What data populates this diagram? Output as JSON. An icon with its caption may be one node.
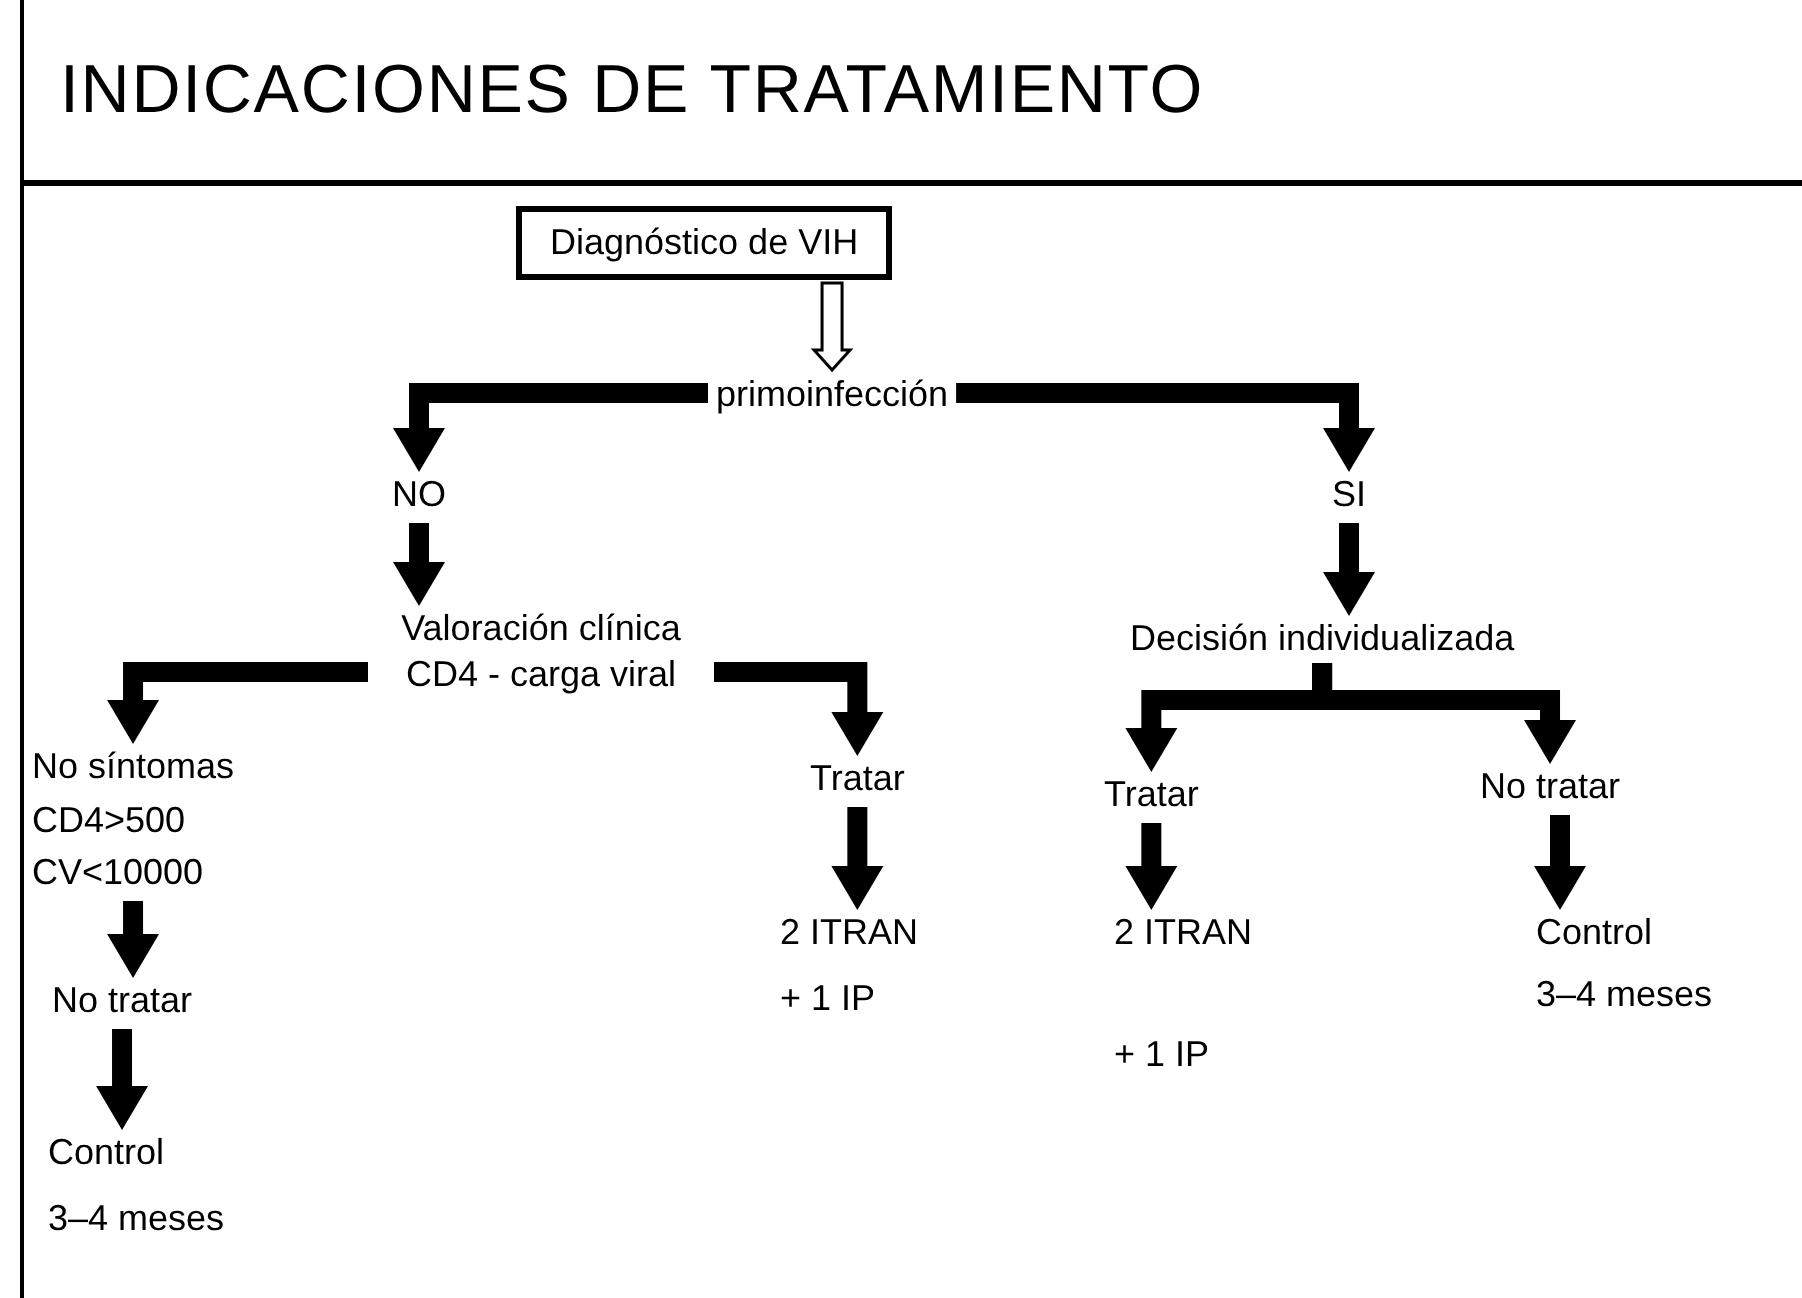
{
  "diagram": {
    "title": "INDICACIONES DE TRATAMIENTO",
    "nodes": [
      {
        "text": [
          "Diagnóstico de VIH"
        ]
      },
      {
        "text": [
          "primoinfección"
        ]
      },
      {
        "text": [
          "NO"
        ]
      },
      {
        "text": [
          "SI"
        ]
      },
      {
        "text": [
          "Valoración clínica CD4 - carga viral"
        ]
      },
      {
        "text": [
          "Decisión individualizada"
        ]
      },
      {
        "text": [
          "No síntomas",
          "CD4>500",
          "CV<10000"
        ]
      },
      {
        "text": [
          "Tratar"
        ]
      },
      {
        "text": [
          "Tratar"
        ]
      },
      {
        "text": [
          "No tratar"
        ]
      },
      {
        "text": [
          "No tratar"
        ]
      },
      {
        "text": [
          "2 ITRAN",
          "+ 1 IP"
        ]
      },
      {
        "text": [
          "2 ITRAN",
          "+ 1 IP"
        ]
      },
      {
        "text": [
          "Control",
          "3–4 meses"
        ]
      },
      {
        "text": [
          "Control",
          "3–4 meses"
        ]
      }
    ],
    "edges": [
      {
        "from": 0,
        "to": 1,
        "arrow": "to"
      },
      {
        "from": 1,
        "to": 2,
        "arrow": "to"
      },
      {
        "from": 1,
        "to": 3,
        "arrow": "to"
      },
      {
        "from": 2,
        "to": 4,
        "arrow": "to"
      },
      {
        "from": 3,
        "to": 5,
        "arrow": "to"
      },
      {
        "from": 4,
        "to": 6,
        "arrow": "to"
      },
      {
        "from": 4,
        "to": 7,
        "arrow": "to"
      },
      {
        "from": 5,
        "to": 8,
        "arrow": "to"
      },
      {
        "from": 5,
        "to": 9,
        "arrow": "to"
      },
      {
        "from": 6,
        "to": 10,
        "arrow": "to"
      },
      {
        "from": 10,
        "to": 14,
        "arrow": "to"
      },
      {
        "from": 7,
        "to": 11,
        "arrow": "to"
      },
      {
        "from": 8,
        "to": 12,
        "arrow": "to"
      },
      {
        "from": 9,
        "to": 13,
        "arrow": "to"
      }
    ]
  }
}
